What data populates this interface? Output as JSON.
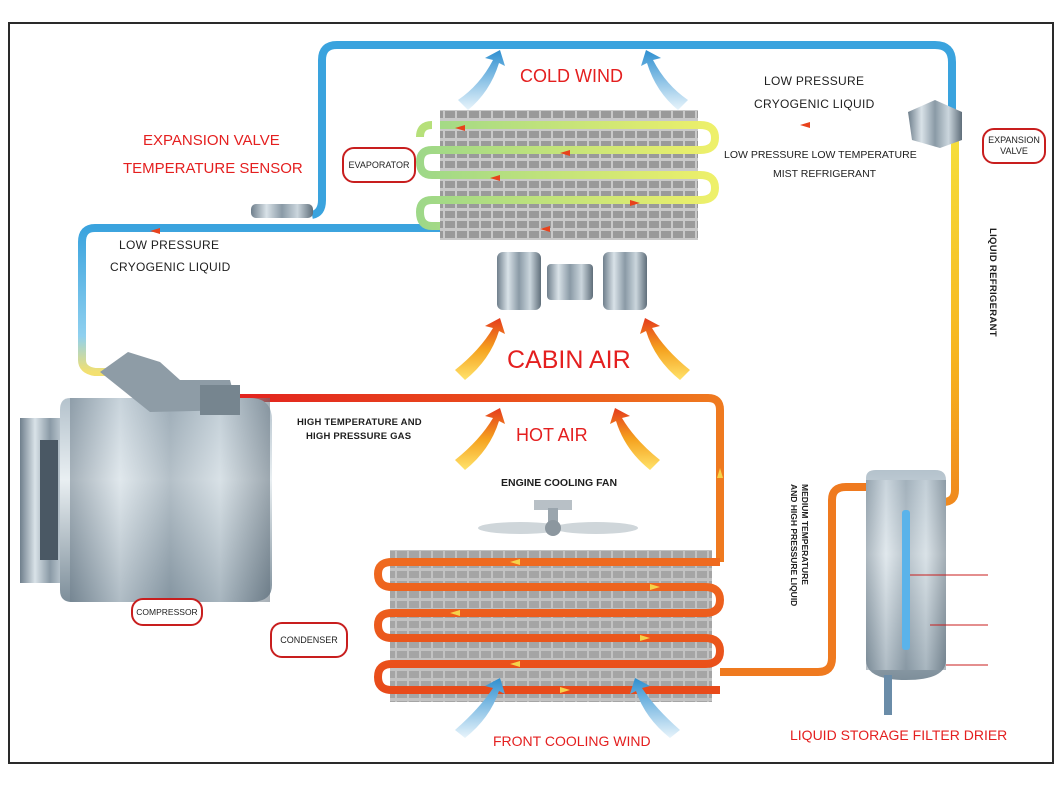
{
  "labels": {
    "cold_wind": "COLD WIND",
    "cabin_air": "CABIN AIR",
    "hot_air": "HOT AIR",
    "front_cooling_wind": "FRONT COOLING WIND",
    "expansion_valve_sensor_line1": "EXPANSION VALVE",
    "expansion_valve_sensor_line2": "TEMPERATURE SENSOR",
    "low_pressure_top_line1": "LOW PRESSURE",
    "low_pressure_top_line2": "CRYOGENIC LIQUID",
    "low_pressure_left_line1": "LOW PRESSURE",
    "low_pressure_left_line2": "CRYOGENIC LIQUID",
    "mist_line1": "LOW PRESSURE LOW TEMPERATURE",
    "mist_line2": "MIST REFRIGERANT",
    "high_temp_line1": "HIGH TEMPERATURE AND",
    "high_temp_line2": "HIGH PRESSURE GAS",
    "engine_cooling_fan": "ENGINE COOLING FAN",
    "liquid_refrigerant": "LIQUID REFRIGERANT",
    "medium_temp_line1": "MEDIUM TEMPERATURE",
    "medium_temp_line2": "AND HIGH PRESSURE LIQUID",
    "liquid_storage": "LIQUID STORAGE FILTER DRIER"
  },
  "tags": {
    "evaporator": "EVAPORATOR",
    "expansion_valve_line1": "EXPANSION",
    "expansion_valve_line2": "VALVE",
    "compressor": "COMPRESSOR",
    "condenser": "CONDENSER"
  },
  "colors": {
    "label_red": "#e41f1f",
    "tag_border": "#c81e1e",
    "cold_pipe": "#3aa3de",
    "hot_pipe": "#e8521c",
    "warm_pipe": "#f5c21c"
  },
  "icons": [
    "compressor-icon",
    "expansion-valve-icon",
    "sensor-icon",
    "blower-icon",
    "fan-icon",
    "drier-icon",
    "arrow-icon"
  ]
}
